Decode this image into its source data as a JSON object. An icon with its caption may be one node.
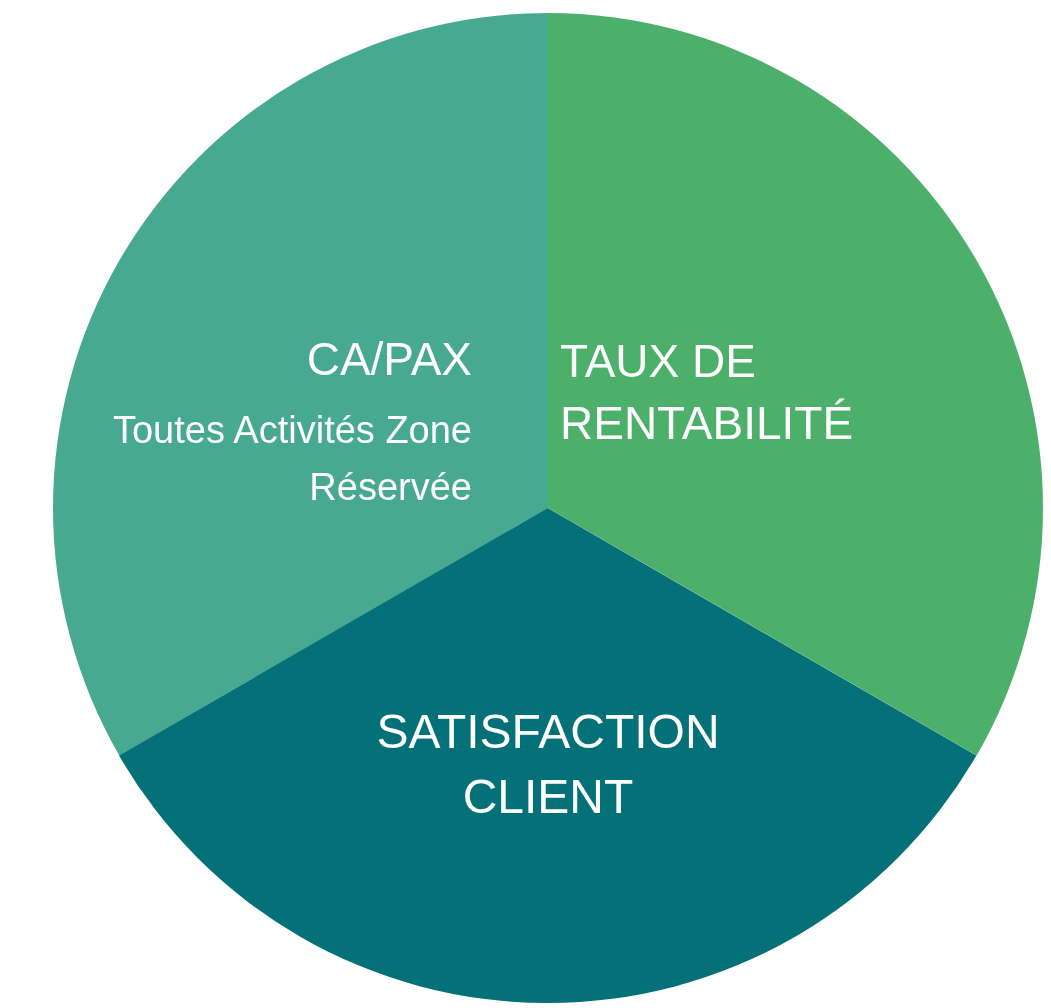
{
  "diagram": {
    "nodes": [
      {
        "text": [
          "CA/PAX",
          "Toutes Activités Zone Réservée"
        ]
      },
      {
        "text": [
          "TAUX DE RENTABILITÉ"
        ]
      },
      {
        "text": [
          "SATISFACTION CLIENT"
        ]
      }
    ]
  }
}
